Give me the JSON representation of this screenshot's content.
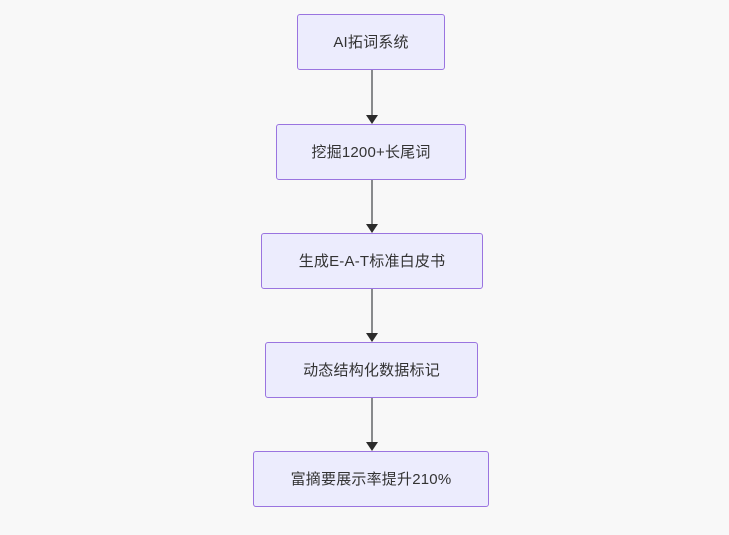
{
  "diagram": {
    "type": "flowchart",
    "direction": "top-down",
    "background_color": "#f8f8f8",
    "node_fill_color": "#ececfd",
    "node_border_color": "#9a74e0",
    "node_text_color": "#333333",
    "edge_line_color": "#888a8c",
    "edge_arrow_color": "#2b2b2b",
    "nodes": [
      {
        "id": "n1",
        "label": "AI拓词系统"
      },
      {
        "id": "n2",
        "label": "挖掘1200+长尾词"
      },
      {
        "id": "n3",
        "label": "生成E-A-T标准白皮书"
      },
      {
        "id": "n4",
        "label": "动态结构化数据标记"
      },
      {
        "id": "n5",
        "label": "富摘要展示率提升210%"
      }
    ],
    "edges": [
      {
        "from": "n1",
        "to": "n2",
        "label": ""
      },
      {
        "from": "n2",
        "to": "n3",
        "label": ""
      },
      {
        "from": "n3",
        "to": "n4",
        "label": ""
      },
      {
        "from": "n4",
        "to": "n5",
        "label": ""
      }
    ]
  }
}
